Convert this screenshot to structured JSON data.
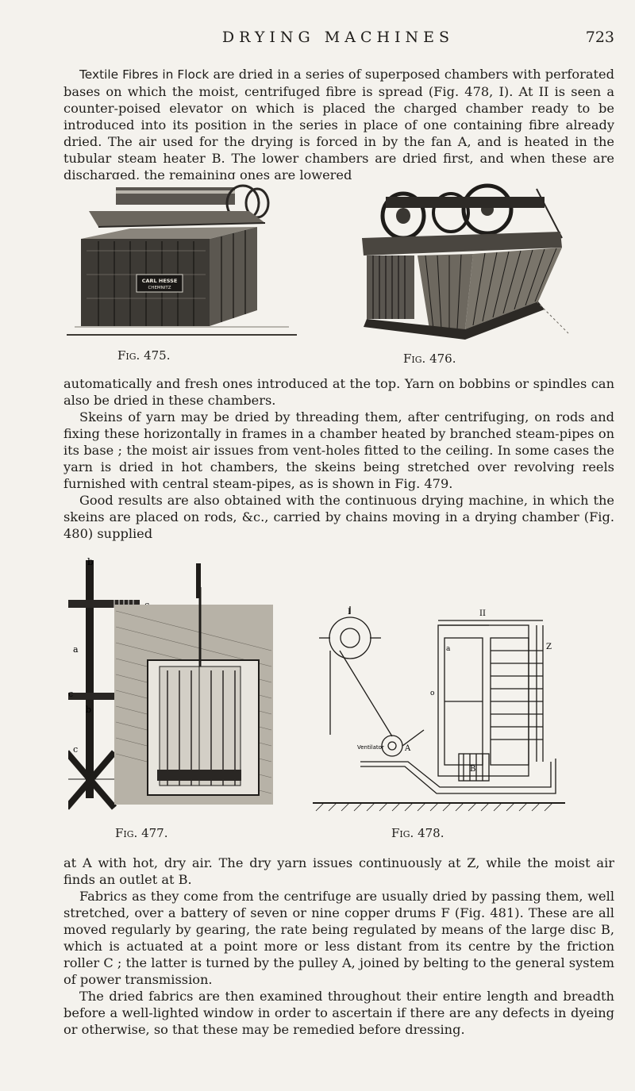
{
  "header": {
    "running_title": "DRYING MACHINES",
    "page_number": "723"
  },
  "paragraphs": {
    "p1_lead": "Textile Fibres in Flock",
    "p1_rest": " are dried in a series of superposed chambers with perforated bases on which the moist, centrifuged fibre is spread (Fig. 478, I). At II is seen a counter-poised elevator on which is placed the charged chamber ready to be introduced into its position in the series in place of one containing fibre already dried. The air used for the drying is forced in by the fan A, and is heated in the tubular steam heater B. The lower chambers are dried first, and when these are discharged, the remaining ones are lowered",
    "p2": "automatically and fresh ones introduced at the top. Yarn on bobbins or spindles can also be dried in these chambers.",
    "p3": "Skeins of yarn may be dried by threading them, after centrifuging, on rods and fixing these horizontally in frames in a chamber heated by branched steam-pipes on its base ; the moist air issues from vent-holes fitted to the ceiling. In some cases the yarn is dried in hot chambers, the skeins being stretched over revolving reels furnished with central steam-pipes, as is shown in Fig. 479.",
    "p4": "Good results are also obtained with the continuous drying machine, in which the skeins are placed on rods, &c., carried by chains moving in a drying chamber (Fig. 480) supplied",
    "p5": "at A with hot, dry air. The dry yarn issues continuously at Z, while the moist air finds an outlet at B.",
    "p6": "Fabrics as they come from the centrifuge are usually dried by passing them, well stretched, over a battery of seven or nine copper drums F (Fig. 481). These are all moved regularly by gearing, the rate being regulated by means of the large disc B, which is actuated at a point more or less distant from its centre by the friction roller C ; the latter is turned by the pulley A, joined by belting to the general system of power transmission.",
    "p7": "The dried fabrics are then examined throughout their entire length and breadth before a well-lighted window in order to ascertain if there are any defects in dyeing or otherwise, so that these may be remedied before dressing."
  },
  "figures": {
    "fig475": {
      "caption": "Fig. 475.",
      "plate_text": "CARL HESSE CHEMNITZ"
    },
    "fig476": {
      "caption": "Fig. 476."
    },
    "fig477": {
      "caption": "Fig. 477.",
      "labels": [
        "b",
        "c",
        "a",
        "c",
        "b",
        "c"
      ]
    },
    "fig478": {
      "caption": "Fig. 478.",
      "labels": {
        "I": "I",
        "II": "II",
        "ventilator": "Ventilator",
        "A": "A",
        "B": "B",
        "a": "a",
        "o": "o",
        "Z": "Z"
      }
    }
  }
}
